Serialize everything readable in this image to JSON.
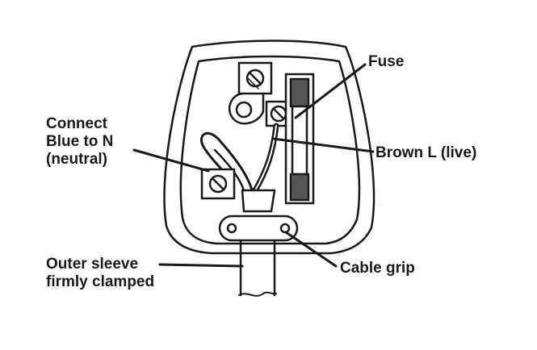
{
  "labels": {
    "fuse": "Fuse",
    "brown_live": "Brown L (live)",
    "blue_neutral": [
      "Connect",
      "Blue to N",
      "(neutral)"
    ],
    "cable_grip": "Cable grip",
    "outer_sleeve": [
      "Outer sleeve",
      "firmly clamped"
    ]
  },
  "colors": {
    "line": "#1a1a1a",
    "fill": "#ffffff",
    "shade": "#555555"
  }
}
